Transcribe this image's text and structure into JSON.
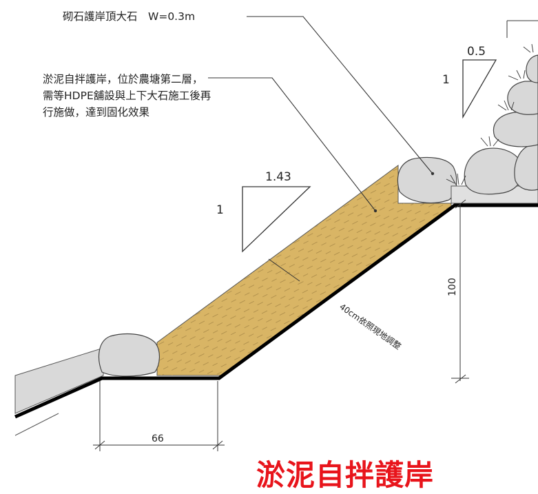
{
  "annotations": {
    "top_stone": "砌石護岸頂大石　W=0.3m",
    "sludge_note": "淤泥自拌護岸，位於農塘第二層，需等HDPE舖設與上下大石施工後再行施做，達到固化效果",
    "thickness_note": "40cm依照現地調整"
  },
  "slopes": {
    "upper": {
      "rise": "1",
      "run": "0.5"
    },
    "main": {
      "rise": "1",
      "run": "1.43"
    }
  },
  "dimensions": {
    "height": "100",
    "base_width": "66"
  },
  "title": "淤泥自拌護岸",
  "colors": {
    "fill": "#d9b565",
    "hatch": "#a98a48",
    "rock": "#d8d8d8",
    "title": "#e8141b"
  }
}
